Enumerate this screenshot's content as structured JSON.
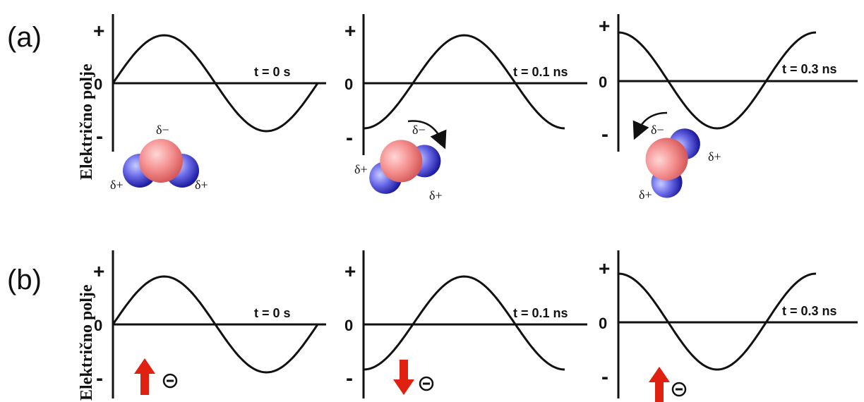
{
  "figure": {
    "colors": {
      "line": "#111111",
      "oxygen_light": "#ffd0d0",
      "oxygen_dark": "#e36464",
      "hydrogen_light": "#b5b9ff",
      "hydrogen_dark": "#2020b0",
      "arrow_red": "#e02010"
    },
    "rows": [
      {
        "label": "(a)",
        "axis_title": "Električno polje",
        "panels": [
          {
            "tick_plus": "+",
            "tick_zero": "0",
            "tick_minus": "-",
            "time": "t = 0 s",
            "wave_phase_deg": 0,
            "molecule": {
              "orientation": "up",
              "charge_o": "δ−",
              "charge_h1": "δ+",
              "charge_h2": "δ+"
            }
          },
          {
            "tick_plus": "+",
            "tick_zero": "0",
            "tick_minus": "-",
            "time": "t = 0.1 ns",
            "wave_phase_deg": -90,
            "molecule": {
              "orientation": "rotating-clockwise",
              "charge_o": "δ−",
              "charge_h1": "δ+",
              "charge_h2": "δ+",
              "rotation_arrow": "clockwise"
            }
          },
          {
            "tick_plus": "+",
            "tick_zero": "0",
            "tick_minus": "-",
            "time": "t = 0.3 ns",
            "wave_phase_deg": 90,
            "molecule": {
              "orientation": "rotating-counterclockwise",
              "charge_o": "δ−",
              "charge_h1": "δ+",
              "charge_h2": "δ+",
              "rotation_arrow": "counterclockwise"
            }
          }
        ]
      },
      {
        "label": "(b)",
        "axis_title": "Električno polje",
        "panels": [
          {
            "tick_plus": "+",
            "tick_zero": "0",
            "tick_minus": "-",
            "time": "t = 0 s",
            "wave_phase_deg": 0,
            "electron": {
              "arrow": "up",
              "symbol": "−"
            }
          },
          {
            "tick_plus": "+",
            "tick_zero": "0",
            "tick_minus": "-",
            "time": "t = 0.1 ns",
            "wave_phase_deg": -90,
            "electron": {
              "arrow": "down",
              "symbol": "−"
            }
          },
          {
            "tick_plus": "+",
            "tick_zero": "0",
            "tick_minus": "-",
            "time": "t = 0.3 ns",
            "wave_phase_deg": 90,
            "electron": {
              "arrow": "up",
              "symbol": "−"
            }
          }
        ]
      }
    ]
  }
}
